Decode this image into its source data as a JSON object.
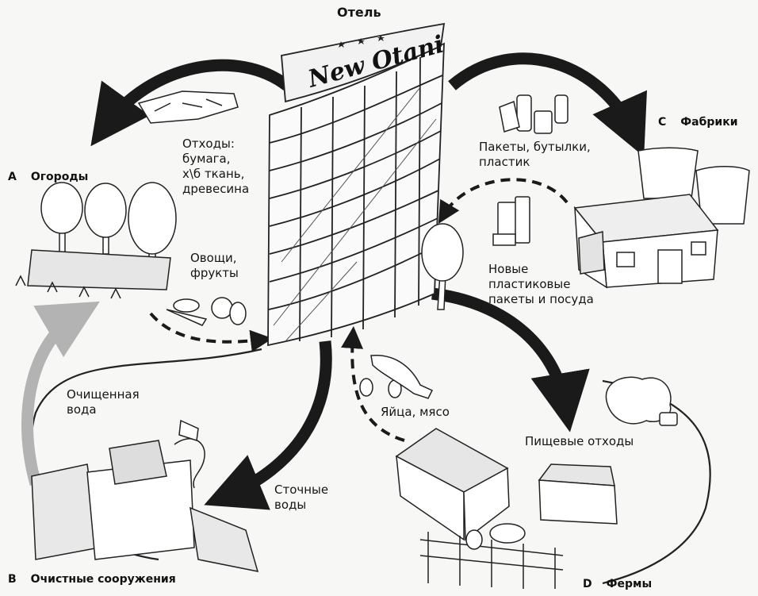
{
  "hotel": {
    "label": "Отель",
    "sign": "New Otani"
  },
  "nodes": {
    "a": {
      "letter": "A",
      "name": "Огороды"
    },
    "b": {
      "letter": "B",
      "name": "Очистные сооружения"
    },
    "c": {
      "letter": "C",
      "name": "Фабрики"
    },
    "d": {
      "letter": "D",
      "name": "Фермы"
    }
  },
  "flows": {
    "waste_paper": "Отходы:\nбумага,\nх\\б ткань,\nдревесина",
    "vegetables": "Овощи,\nфрукты",
    "bags_bottles": "Пакеты, бутылки,\nпластик",
    "new_plastic": "Новые\nпластиковые\nпакеты и посуда",
    "clean_water": "Очищенная\nвода",
    "sewage": "Сточные\nводы",
    "eggs_meat": "Яйца, мясо",
    "food_waste": "Пищевые отходы"
  },
  "colors": {
    "arrow_dark": "#1a1a1a",
    "arrow_gray": "#b3b3b3",
    "line": "#222222"
  }
}
